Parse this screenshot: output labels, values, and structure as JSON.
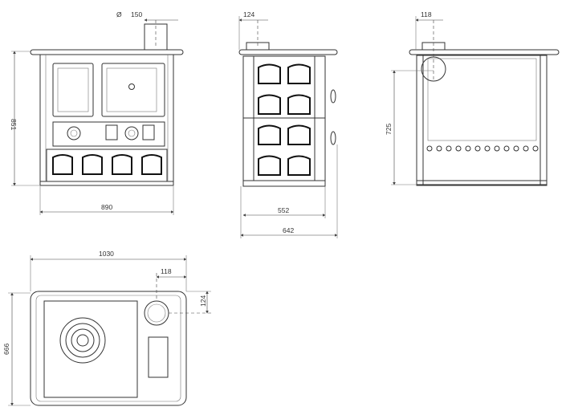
{
  "views": {
    "front": {
      "dim_height": "851",
      "dim_width": "890",
      "flue_diameter_symbol": "Ø",
      "flue_diameter": "150"
    },
    "side": {
      "dim_flue_offset": "124",
      "dim_depth_body": "552",
      "dim_depth_total": "642"
    },
    "back": {
      "dim_flue_offset": "118",
      "dim_flue_height": "725"
    },
    "top": {
      "dim_width": "1030",
      "dim_flue_offset_x": "118",
      "dim_flue_offset_y": "124",
      "dim_depth": "666"
    }
  }
}
